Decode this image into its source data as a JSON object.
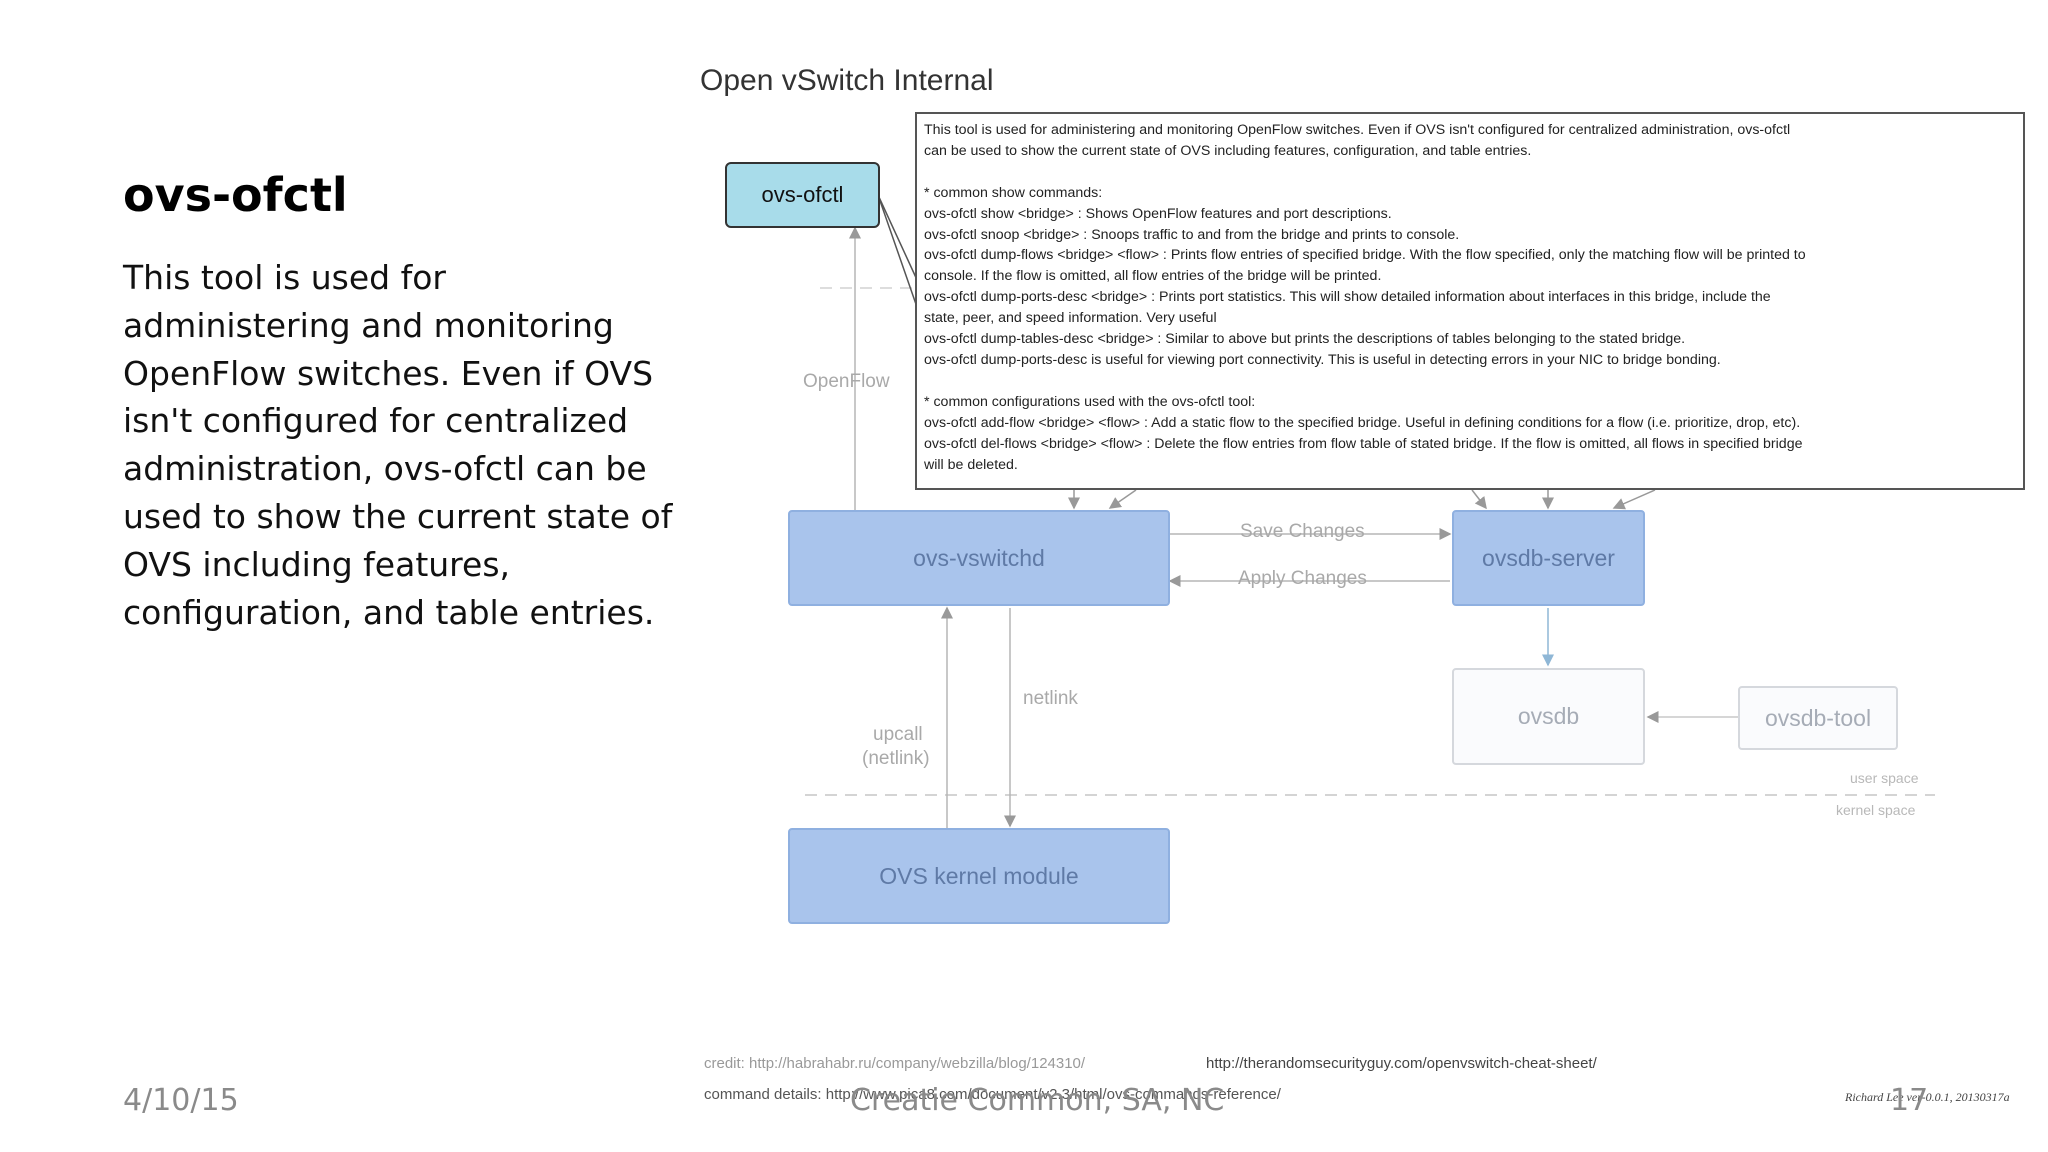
{
  "slide": {
    "title": "ovs-ofctl",
    "body": "This tool is used for administering and monitoring OpenFlow switches. Even if OVS isn't configured for centralized administration, ovs-ofctl can be used to show the current state of OVS including features, configuration, and table entries."
  },
  "footer": {
    "date": "4/10/15",
    "center": "Creatie Common, SA, NC",
    "page": "17"
  },
  "diagram": {
    "heading": "Open vSwitch Internal",
    "nodes": {
      "ovs_ofctl": "ovs-ofctl",
      "ovs_vswitchd": "ovs-vswitchd",
      "ovsdb_server": "ovsdb-server",
      "ovsdb": "ovsdb",
      "ovsdb_tool": "ovsdb-tool",
      "kernel_module": "OVS kernel module"
    },
    "labels": {
      "openflow": "OpenFlow",
      "save_changes": "Save Changes",
      "apply_changes": "Apply Changes",
      "netlink": "netlink",
      "upcall": "upcall",
      "upcall_netlink": "(netlink)",
      "user_space": "user space",
      "kernel_space": "kernel space"
    },
    "callout": {
      "lines": [
        "This tool is used for administering and monitoring OpenFlow switches. Even if OVS isn't configured for centralized administration, ovs-ofctl",
        "can be used to show the current state of OVS including features, configuration, and table entries.",
        "",
        "* common show commands:",
        "ovs-ofctl show <bridge> : Shows OpenFlow features and port descriptions.",
        "ovs-ofctl snoop <bridge> : Snoops traffic to and from the bridge and prints to console.",
        "ovs-ofctl dump-flows <bridge> <flow> : Prints flow entries of specified bridge. With the flow specified, only the matching flow will be printed to",
        "console. If the flow is omitted, all flow entries of the bridge will be printed.",
        "ovs-ofctl dump-ports-desc <bridge> : Prints port statistics. This will show detailed information about interfaces in this bridge, include the",
        "state, peer, and speed information. Very useful",
        "ovs-ofctl dump-tables-desc <bridge> : Similar to above but prints the descriptions of tables belonging to the stated bridge.",
        "ovs-ofctl dump-ports-desc is useful for viewing port connectivity. This is useful in detecting errors in your NIC to bridge bonding.",
        "",
        "* common configurations used with the ovs-ofctl tool:",
        "ovs-ofctl add-flow <bridge> <flow> : Add a static flow to the specified bridge. Useful in defining conditions for a flow (i.e. prioritize, drop, etc).",
        "ovs-ofctl del-flows <bridge> <flow> : Delete the flow entries from flow table of stated bridge. If the flow is omitted, all flows in specified bridge",
        "will be deleted."
      ]
    },
    "credits": {
      "credit": "credit: http://habrahabr.ru/company/webzilla/blog/124310/",
      "cheat_sheet": "http://therandomsecurityguy.com/openvswitch-cheat-sheet/",
      "command_details": "command details: http://www.pica8.com/document/v2.3/html/ovs-commands-reference/",
      "signature": "Richard Lee ver-0.0.1, 20130317a"
    }
  }
}
